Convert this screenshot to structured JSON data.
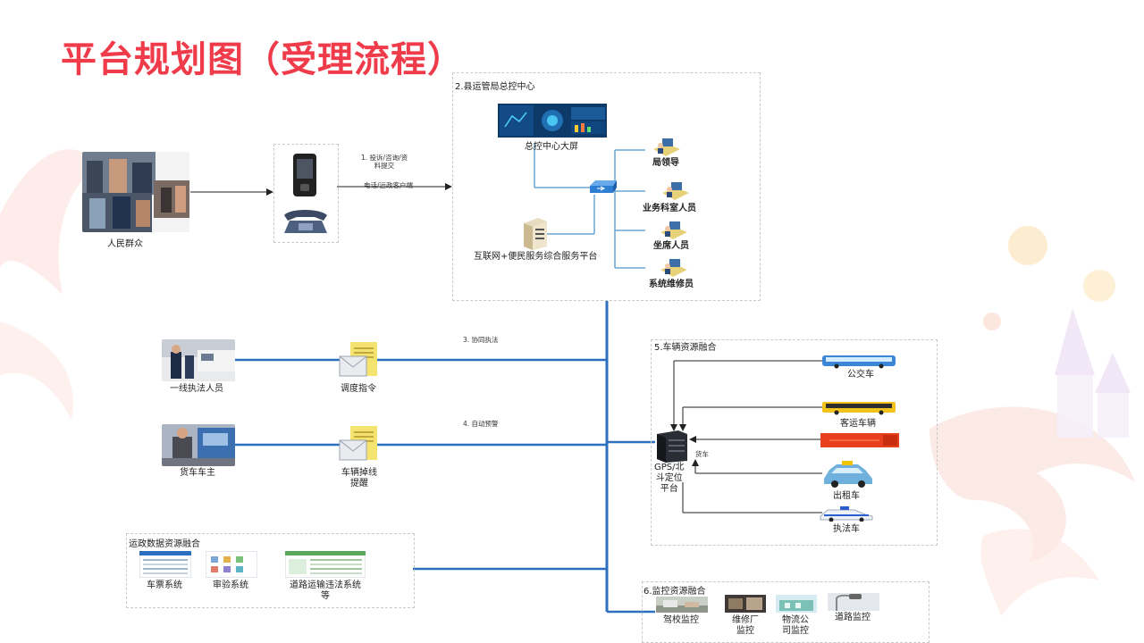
{
  "title": "平台规划图（受理流程）",
  "citizens": {
    "label": "人民群众"
  },
  "intake": {
    "step": "1. 投诉/咨询/资料提交",
    "step_line1": "1. 投诉/咨询/资",
    "step_line2": "料提交",
    "channel": "电话/运政客户端"
  },
  "center": {
    "box_label": "2.县运管局总控中心",
    "screen_label": "总控中心大屏",
    "server_label": "互联网+便民服务综合服务平台",
    "users": [
      "局领导",
      "业务科室人员",
      "坐席人员",
      "系统维修员"
    ]
  },
  "step3": {
    "label": "3. 协同执法",
    "person": "一线执法人员",
    "message": "调度指令"
  },
  "step4": {
    "label": "4. 自动预警",
    "person": "货车车主",
    "message_line1": "车辆掉线",
    "message_line2": "提醒"
  },
  "vehicles": {
    "box_label": "5.车辆资源融合",
    "gps_line1": "GPS/北",
    "gps_line2": "斗定位",
    "gps_line3": "平台",
    "items": [
      "公交车",
      "客运车辆",
      "货车",
      "出租车",
      "执法车"
    ]
  },
  "data_fusion": {
    "box_label": "运政数据资源融合",
    "systems": [
      "车票系统",
      "审验系统"
    ],
    "system3_line1": "道路运输违法系统",
    "system3_line2": "等"
  },
  "monitoring": {
    "box_label": "6.监控资源融合",
    "items": [
      "驾校监控",
      "维修厂监控",
      "物流公司监控",
      "道路监控"
    ],
    "repair_line1": "维修厂",
    "repair_line2": "监控",
    "logistics_line1": "物流公",
    "logistics_line2": "司监控"
  },
  "colors": {
    "title": "#ef3b4a",
    "trunk": "#2e6fc0",
    "thin": "#6aa6cf"
  }
}
